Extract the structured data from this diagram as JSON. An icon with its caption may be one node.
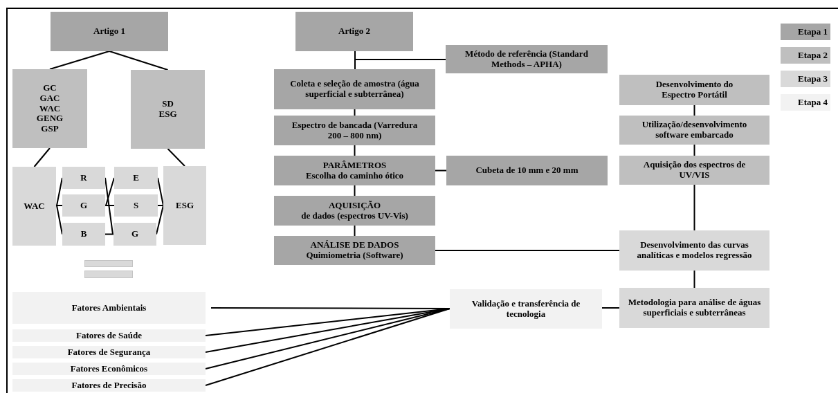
{
  "diagram": {
    "nodes": [
      {
        "text": [
          "Artigo 1"
        ]
      },
      {
        "text": [
          "GC GAC WAC GENG GSP"
        ]
      },
      {
        "text": [
          "SD ESG"
        ]
      },
      {
        "text": [
          "WAC"
        ]
      },
      {
        "text": [
          "R"
        ]
      },
      {
        "text": [
          "G"
        ]
      },
      {
        "text": [
          "B"
        ]
      },
      {
        "text": [
          "E"
        ]
      },
      {
        "text": [
          "S"
        ]
      },
      {
        "text": [
          "G"
        ]
      },
      {
        "text": [
          "ESG"
        ]
      },
      {
        "text": [],
        "shape": "bar"
      },
      {
        "text": [],
        "shape": "bar"
      },
      {
        "text": [
          "Artigo 2"
        ]
      },
      {
        "text": [
          "Método de referência (Standard Methods – APHA)"
        ]
      },
      {
        "text": [
          "Coleta e seleção de amostra (água superficial e subterrânea)"
        ]
      },
      {
        "text": [
          "Espectro de bancada (Varredura 200 – 800 nm)"
        ]
      },
      {
        "text": [
          "PARÂMETROS",
          "Escolha do caminho ótico"
        ]
      },
      {
        "text": [
          "Cubeta de 10 mm e 20 mm"
        ]
      },
      {
        "text": [
          "AQUISIÇÃO",
          "de dados (espectros UV-Vis)"
        ]
      },
      {
        "text": [
          "ANÁLISE DE DADOS",
          "Quimiometria (Software)"
        ]
      },
      {
        "text": [
          "Desenvolvimento do Espectro Portátil"
        ]
      },
      {
        "text": [
          "Utilização/desenvolvimento software embarcado"
        ]
      },
      {
        "text": [
          "Aquisição dos espectros de UV/VIS"
        ]
      },
      {
        "text": [
          "Desenvolvimento das curvas analíticas e modelos regressão"
        ]
      },
      {
        "text": [
          "Metodologia para análise de águas superficiais e subterrâneas"
        ]
      },
      {
        "text": [
          "Validação e transferência de tecnologia"
        ]
      },
      {
        "text": [
          "Fatores Ambientais"
        ]
      },
      {
        "text": [
          "Fatores de Saúde"
        ]
      },
      {
        "text": [
          "Fatores de Segurança"
        ]
      },
      {
        "text": [
          "Fatores Econômicos"
        ]
      },
      {
        "text": [
          "Fatores de Precisão"
        ]
      }
    ],
    "edges": [
      {
        "from": 0,
        "to": 1,
        "arrow": "none"
      },
      {
        "from": 0,
        "to": 2,
        "arrow": "none"
      },
      {
        "from": 1,
        "to": 3,
        "arrow": "none"
      },
      {
        "from": 2,
        "to": 10,
        "arrow": "none"
      },
      {
        "from": 4,
        "to": 3,
        "arrow": "none"
      },
      {
        "from": 5,
        "to": 3,
        "arrow": "none"
      },
      {
        "from": 6,
        "to": 3,
        "arrow": "none"
      },
      {
        "from": 7,
        "to": 10,
        "arrow": "none"
      },
      {
        "from": 8,
        "to": 10,
        "arrow": "none"
      },
      {
        "from": 9,
        "to": 10,
        "arrow": "none"
      },
      {
        "from": 4,
        "to": 6,
        "arrow": "none"
      },
      {
        "from": 7,
        "to": 8,
        "arrow": "none"
      },
      {
        "from": 13,
        "to": 14,
        "arrow": "none"
      },
      {
        "from": 13,
        "to": 15,
        "arrow": "none"
      },
      {
        "from": 15,
        "to": 16,
        "arrow": "none"
      },
      {
        "from": 16,
        "to": 17,
        "arrow": "none"
      },
      {
        "from": 17,
        "to": 18,
        "arrow": "none"
      },
      {
        "from": 17,
        "to": 19,
        "arrow": "none"
      },
      {
        "from": 19,
        "to": 20,
        "arrow": "none"
      },
      {
        "from": 20,
        "to": 24,
        "arrow": "none"
      },
      {
        "from": 21,
        "to": 22,
        "arrow": "none"
      },
      {
        "from": 22,
        "to": 23,
        "arrow": "none"
      },
      {
        "from": 23,
        "to": 24,
        "arrow": "none"
      },
      {
        "from": 24,
        "to": 25,
        "arrow": "none"
      },
      {
        "from": 25,
        "to": 26,
        "arrow": "none"
      },
      {
        "from": 27,
        "to": 26,
        "arrow": "none"
      },
      {
        "from": 28,
        "to": 26,
        "arrow": "none"
      },
      {
        "from": 29,
        "to": 26,
        "arrow": "none"
      },
      {
        "from": 30,
        "to": 26,
        "arrow": "none"
      },
      {
        "from": 31,
        "to": 26,
        "arrow": "none"
      }
    ],
    "legend": [
      {
        "text": "Etapa 1",
        "color": "#a6a6a6"
      },
      {
        "text": "Etapa 2",
        "color": "#bfbfbf"
      },
      {
        "text": "Etapa 3",
        "color": "#d9d9d9"
      },
      {
        "text": "Etapa 4",
        "color": "#f2f2f2"
      }
    ]
  }
}
